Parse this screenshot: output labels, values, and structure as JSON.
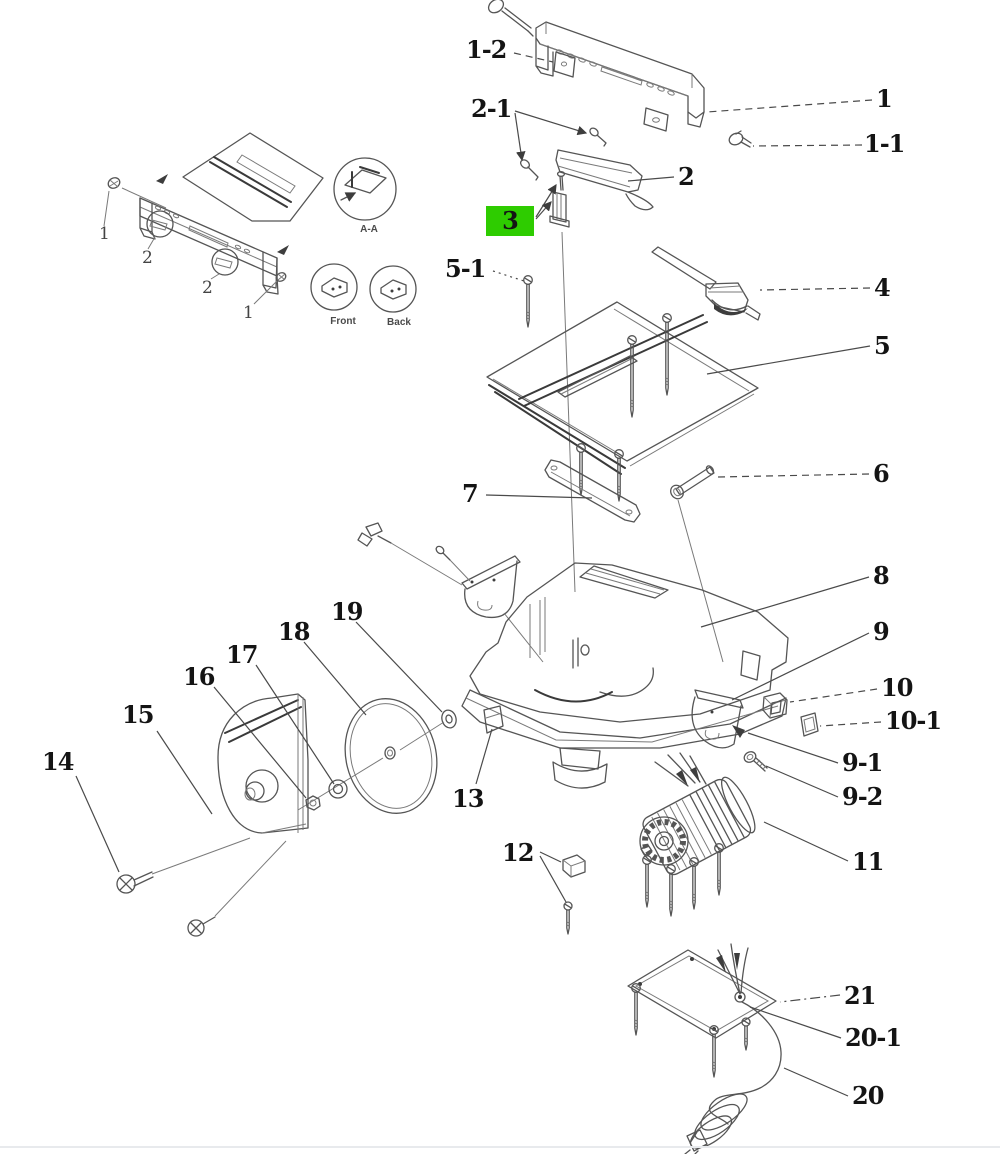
{
  "diagram": {
    "kind": "exploded-parts-diagram",
    "selected_part": "3",
    "colors": {
      "highlight": "#2ECC00",
      "ink": "#555555",
      "label": "#141414",
      "background": "#FFFFFF",
      "divider": "#E8EAED"
    },
    "callouts": [
      {
        "id": "1",
        "text": "1"
      },
      {
        "id": "1-1",
        "text": "1-1"
      },
      {
        "id": "1-2",
        "text": "1-2"
      },
      {
        "id": "2-1",
        "text": "2-1"
      },
      {
        "id": "2",
        "text": "2"
      },
      {
        "id": "3",
        "text": "3",
        "highlighted": true
      },
      {
        "id": "5-1",
        "text": "5-1"
      },
      {
        "id": "4",
        "text": "4"
      },
      {
        "id": "5",
        "text": "5"
      },
      {
        "id": "6",
        "text": "6"
      },
      {
        "id": "7",
        "text": "7"
      },
      {
        "id": "8",
        "text": "8"
      },
      {
        "id": "9",
        "text": "9"
      },
      {
        "id": "10",
        "text": "10"
      },
      {
        "id": "10-1",
        "text": "10-1"
      },
      {
        "id": "9-1",
        "text": "9-1"
      },
      {
        "id": "9-2",
        "text": "9-2"
      },
      {
        "id": "11",
        "text": "11"
      },
      {
        "id": "12",
        "text": "12"
      },
      {
        "id": "13",
        "text": "13"
      },
      {
        "id": "14",
        "text": "14"
      },
      {
        "id": "15",
        "text": "15"
      },
      {
        "id": "16",
        "text": "16"
      },
      {
        "id": "17",
        "text": "17"
      },
      {
        "id": "18",
        "text": "18"
      },
      {
        "id": "19",
        "text": "19"
      },
      {
        "id": "20",
        "text": "20"
      },
      {
        "id": "20-1",
        "text": "20-1"
      },
      {
        "id": "21",
        "text": "21"
      }
    ],
    "inset": {
      "numbers": [
        {
          "text": "1"
        },
        {
          "text": "2"
        },
        {
          "text": "2"
        },
        {
          "text": "1"
        }
      ],
      "captions": {
        "section": "A-A",
        "front": "Front",
        "back": "Back"
      }
    }
  }
}
